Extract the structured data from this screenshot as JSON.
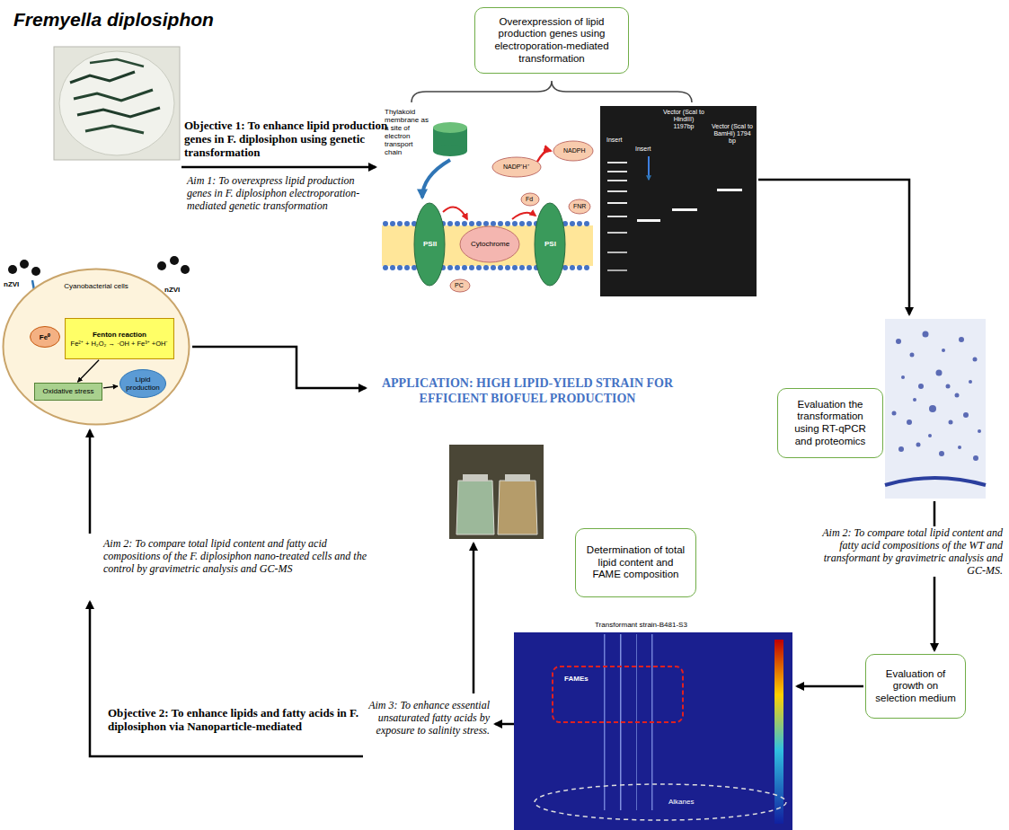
{
  "diagram": {
    "title": "Fremyella diplosiphon",
    "nodes": [
      {
        "text": [
          "Overexpression of lipid production genes using electroporation-mediated transformation"
        ]
      },
      {
        "text": [
          "Cyanobacterial cells"
        ]
      },
      {
        "text": [
          "Fe⁰"
        ],
        "in": 1
      },
      {
        "text": [
          "Fenton reaction",
          "Fe²⁺ + H₂O₂ → ·OH + Fe³⁺ +OH⁻"
        ],
        "in": 1
      },
      {
        "text": [
          "Oxidative stress"
        ],
        "in": 1
      },
      {
        "text": [
          "Lipid production"
        ],
        "in": 1
      },
      {
        "text": [
          "Evaluation the transformation using RT-qPCR and proteomics"
        ]
      },
      {
        "text": [
          "Determination of total lipid content and FAME composition"
        ]
      },
      {
        "text": [
          "Evaluation of growth on selection medium"
        ]
      }
    ],
    "edges": [
      {
        "from": 3,
        "to": 4,
        "arrow": "to"
      },
      {
        "from": 4,
        "to": 5,
        "arrow": "to"
      }
    ],
    "labels": [
      "Objective 1: To enhance lipid production genes in F. diplosiphon using genetic transformation",
      "Aim 1: To overexpress lipid production genes in F. diplosiphon electroporation-mediated genetic transformation",
      "Thylakoid membrane as a site of electron transport chain",
      "PSII",
      "Cytochrome",
      "PSI",
      "PC",
      "Fd",
      "FNR",
      "NADP⁺H⁺",
      "NADPH",
      "Insert",
      "Insert",
      "Vector (ScaI to HindIII) 1197bp",
      "Vector (ScaI to BamHI) 1794 bp",
      "Aim 2: To compare total lipid content and fatty acid compositions of the WT and transformant by gravimetric analysis and GC-MS.",
      "Transformant strain-B481-S3",
      "FAMEs",
      "Alkanes",
      "Aim 3: To enhance essential unsaturated fatty acids by exposure to salinity stress.",
      "Objective 2: To enhance lipids and fatty acids in F. diplosiphon via Nanoparticle-mediated",
      "Aim 2: To compare total lipid content and fatty acid compositions of the F. diplosiphon nano-treated cells and the control by gravimetric analysis and GC-MS",
      "APPLICATION: HIGH LIPID-YIELD STRAIN FOR EFFICIENT BIOFUEL PRODUCTION",
      "nZVI",
      "nZVI"
    ]
  }
}
